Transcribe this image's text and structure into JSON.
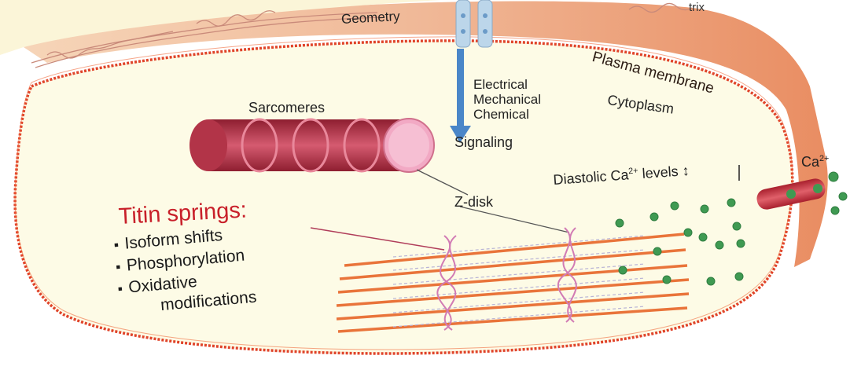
{
  "labels": {
    "geometry": "Geometry",
    "matrix_partial": "trix",
    "plasma_membrane": "Plasma membrane",
    "signaling_types": [
      "Electrical",
      "Mechanical",
      "Chemical"
    ],
    "cytoplasm": "Cytoplasm",
    "sarcomeres": "Sarcomeres",
    "signaling": "Signaling",
    "diastolic_prefix": "Diastolic Ca",
    "diastolic_sup": "2+",
    "diastolic_suffix": " levels",
    "updown_arrow": "↕",
    "ca_outer_prefix": "Ca",
    "ca_outer_sup": "2+",
    "zdisk": "Z-disk"
  },
  "titin": {
    "heading": "Titin springs:",
    "bullets": [
      "Isoform shifts",
      "Phosphorylation",
      "Oxidative"
    ],
    "continuation": "modifications"
  },
  "colors": {
    "membrane_red": "#e0442a",
    "cell_fill": "#fdfbe6",
    "outer_band": "#f3c9a5",
    "sarcomere_dark": "#a8283c",
    "sarcomere_light": "#d96a7e",
    "sarcomere_face": "#f2a9c4",
    "signal_arrow": "#4a86c8",
    "ca_dot": "#3f9a52",
    "titin_heading": "#c8202a",
    "filament_orange": "#e9743a"
  },
  "icons": {
    "channel": "ion-channel-icon",
    "arrow": "signaling-arrow-icon",
    "sarcomere": "sarcomere-cylinder-icon",
    "lattice": "titin-lattice-icon",
    "ca_dots": "calcium-dots-icon"
  }
}
